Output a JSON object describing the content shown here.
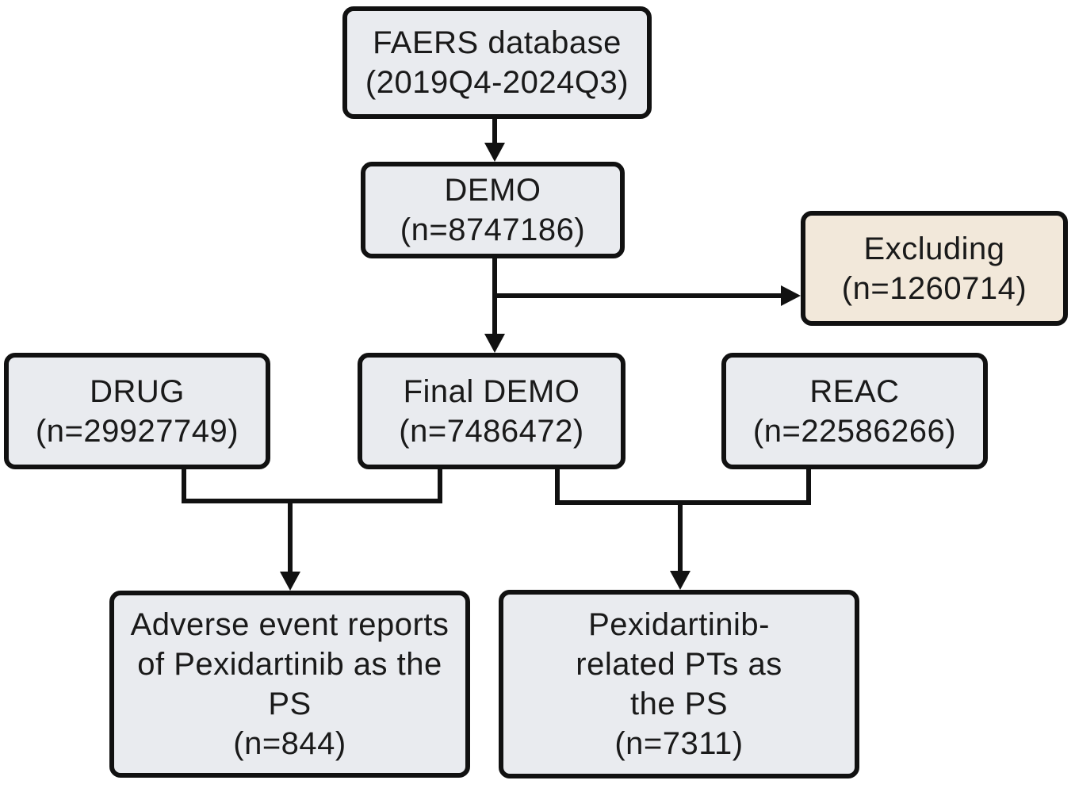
{
  "colors": {
    "box_fill": "#e9ebef",
    "exclusion_fill": "#f2e8da",
    "stroke": "#111111",
    "text": "#1a1a1a"
  },
  "nodes": {
    "faers": {
      "line1": "FAERS database",
      "line2": "(2019Q4-2024Q3)"
    },
    "demo": {
      "line1": "DEMO",
      "line2": "(n=8747186)"
    },
    "excluding": {
      "line1": "Excluding",
      "line2": "(n=1260714)"
    },
    "drug": {
      "line1": "DRUG",
      "line2": "(n=29927749)"
    },
    "final_demo": {
      "line1": "Final DEMO",
      "line2": "(n=7486472)"
    },
    "reac": {
      "line1": "REAC",
      "line2": "(n=22586266)"
    },
    "adverse_reports": {
      "line1": "Adverse event reports",
      "line2": "of Pexidartinib as the",
      "line3": "PS",
      "line4": "(n=844)"
    },
    "related_pts": {
      "line1": "Pexidartinib-",
      "line2": "related PTs as",
      "line3": "the PS",
      "line4": "(n=7311)"
    }
  }
}
